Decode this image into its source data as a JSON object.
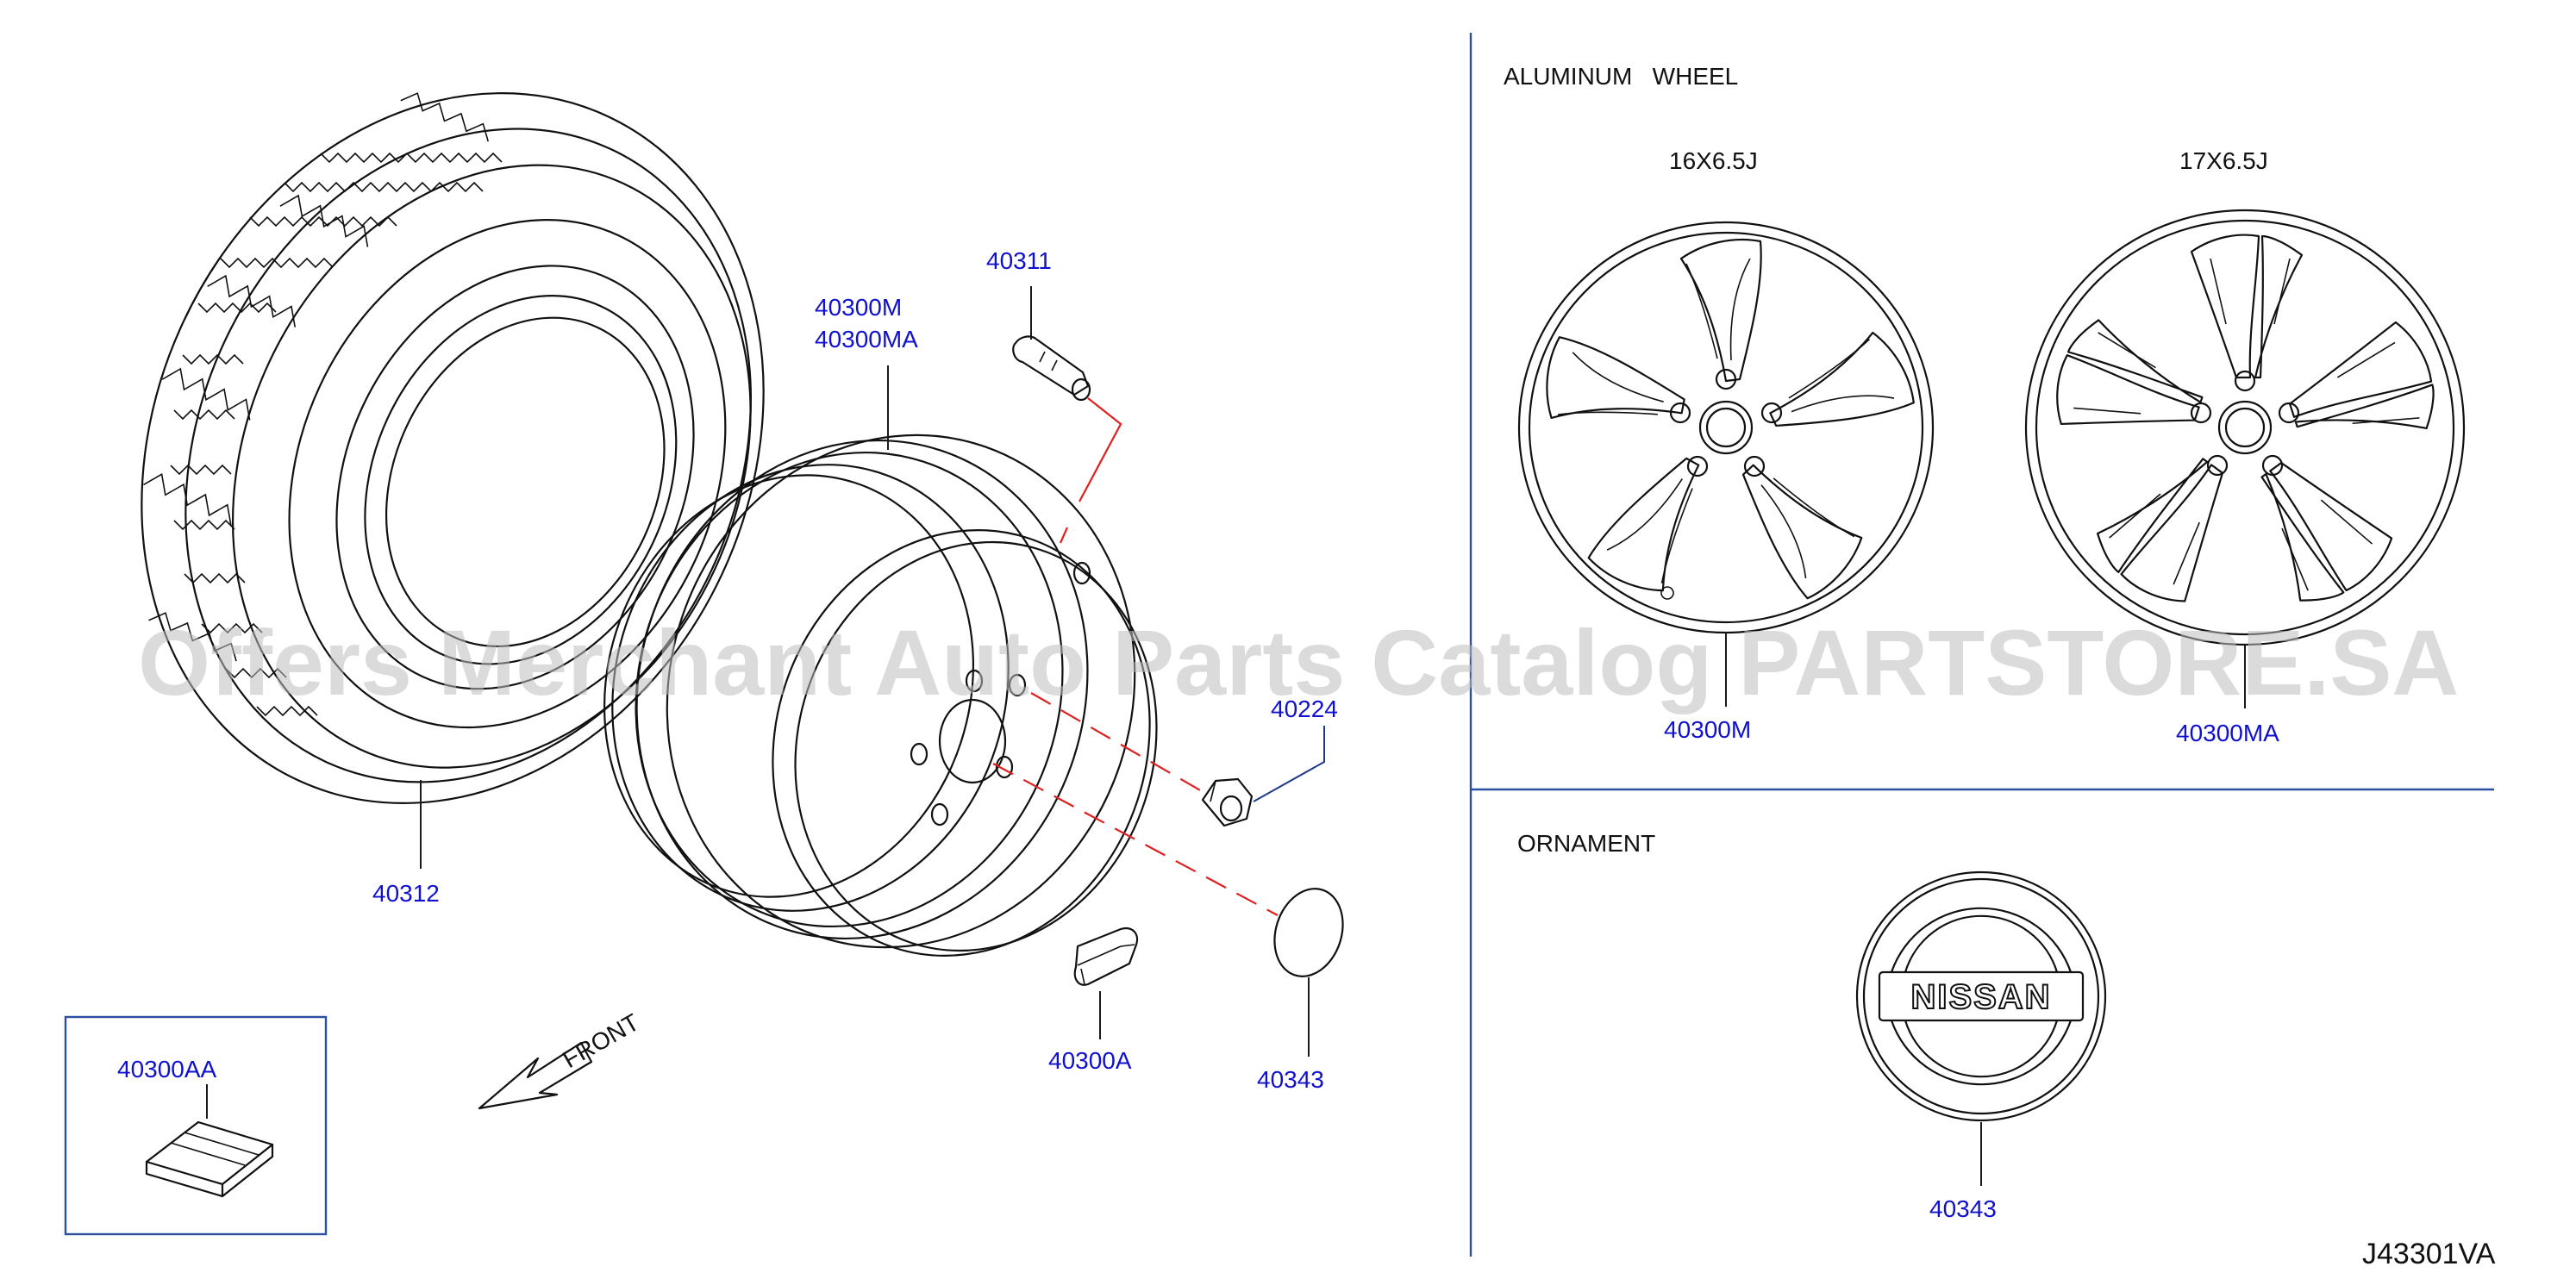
{
  "sections": {
    "aluminum_wheel": "ALUMINUM   WHEEL",
    "ornament": "ORNAMENT"
  },
  "wheel_sizes": {
    "size_16": "16X6.5J",
    "size_17": "17X6.5J"
  },
  "front_label": "FRONT",
  "diagram_code": "J43301VA",
  "watermark": "Offers Merchant Auto Parts Catalog PARTSTORE.SA",
  "brand_badge": "NISSAN",
  "part_numbers": {
    "tire": "40312",
    "valve": "40311",
    "wheel_m": "40300M",
    "wheel_ma": "40300MA",
    "nut": "40224",
    "balance_weight": "40300A",
    "hub_cap": "40343",
    "weight_set": "40300AA",
    "alloy_16": "40300M",
    "alloy_17": "40300MA",
    "ornament": "40343"
  },
  "colors": {
    "part_number": "#1010d0",
    "leader_line": "#e02020",
    "frame": "#2d4fa0"
  }
}
